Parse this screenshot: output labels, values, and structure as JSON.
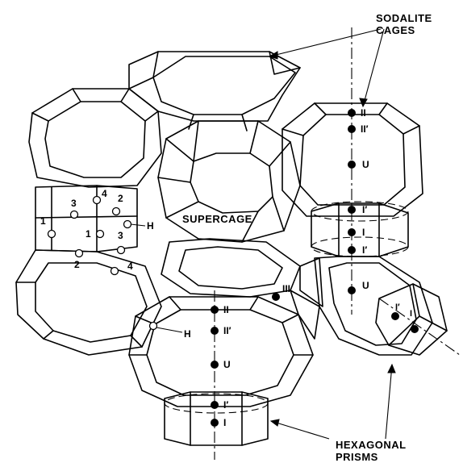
{
  "labels": {
    "sodalite_1": "SODALITE",
    "sodalite_2": "CAGES",
    "supercage": "SUPERCAGE",
    "hex_1": "HEXAGONAL",
    "hex_2": "PRISMS"
  },
  "right_cage_sites": {
    "II": "II",
    "II_prime": "II′",
    "U": "U",
    "I_prime_top": "I′",
    "I": "I",
    "I_prime_bot": "I′",
    "U_low": "U"
  },
  "bottom_cage_sites": {
    "II": "II",
    "II_prime": "II′",
    "U": "U",
    "I_prime": "I′",
    "I": "I"
  },
  "supercage_site": {
    "III": "III"
  },
  "side_prism_sites": {
    "I_prime": "I′",
    "I": "I"
  },
  "oxygen_labels": {
    "o1_left": "1",
    "o1_mid": "1",
    "o2_top": "2",
    "o2_bot": "2",
    "o3_top": "3",
    "o3_mid": "3",
    "o4_top": "4",
    "o4_bot": "4",
    "h_top": "H",
    "h_bot": "H"
  }
}
